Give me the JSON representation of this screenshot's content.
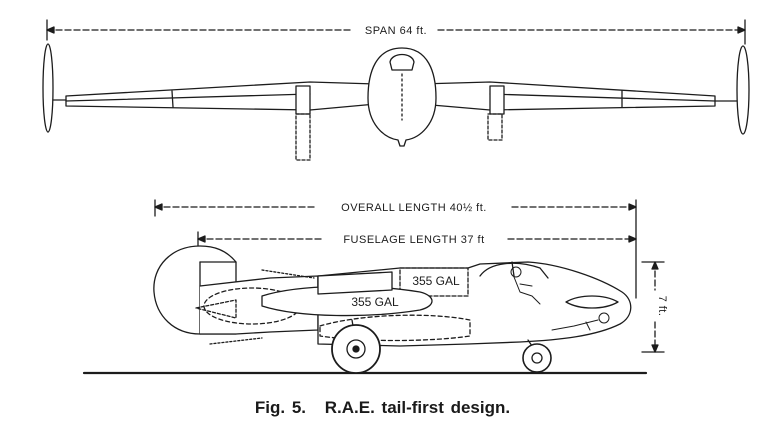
{
  "dimensions": {
    "span": "SPAN 64 ft.",
    "overall_length": "OVERALL LENGTH 40½ ft.",
    "fuselage_length": "FUSELAGE LENGTH 37 ft",
    "height": "7 ft."
  },
  "tanks": {
    "upper": "355 GAL",
    "lower": "355 GAL"
  },
  "caption": {
    "number": "Fig. 5.",
    "title": "R.A.E. tail-first design."
  },
  "colors": {
    "ink": "#1c1c1c",
    "paper": "#ffffff"
  }
}
